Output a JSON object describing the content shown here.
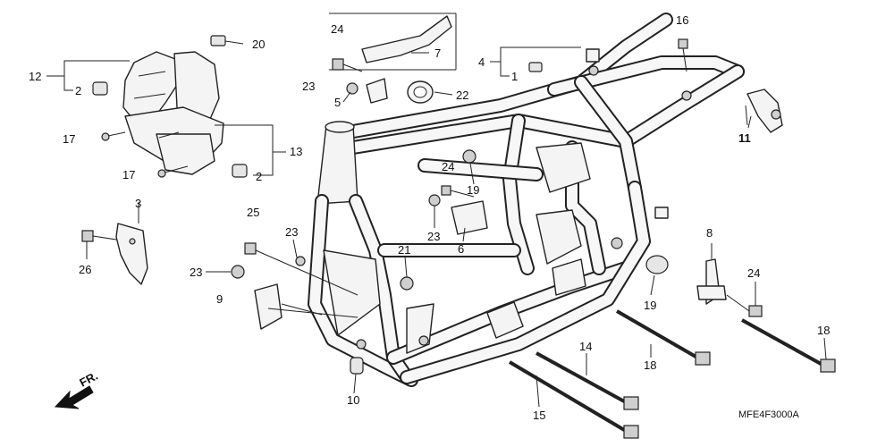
{
  "diagram": {
    "code": "MFE4F3000A",
    "fr_label": "FR.",
    "callouts": {
      "c1": "1",
      "c2a": "2",
      "c2b": "2",
      "c3": "3",
      "c4": "4",
      "c5": "5",
      "c6": "6",
      "c7": "7",
      "c8": "8",
      "c9": "9",
      "c10": "10",
      "c11": "11",
      "c12": "12",
      "c13": "13",
      "c14": "14",
      "c15": "15",
      "c16": "16",
      "c17a": "17",
      "c17b": "17",
      "c18a": "18",
      "c18b": "18",
      "c19a": "19",
      "c19b": "19",
      "c20": "20",
      "c21": "21",
      "c22": "22",
      "c23a": "23",
      "c23b": "23",
      "c23c": "23",
      "c23d": "23",
      "c24a": "24",
      "c24b": "24",
      "c24c": "24",
      "c25": "25",
      "c26": "26"
    }
  }
}
